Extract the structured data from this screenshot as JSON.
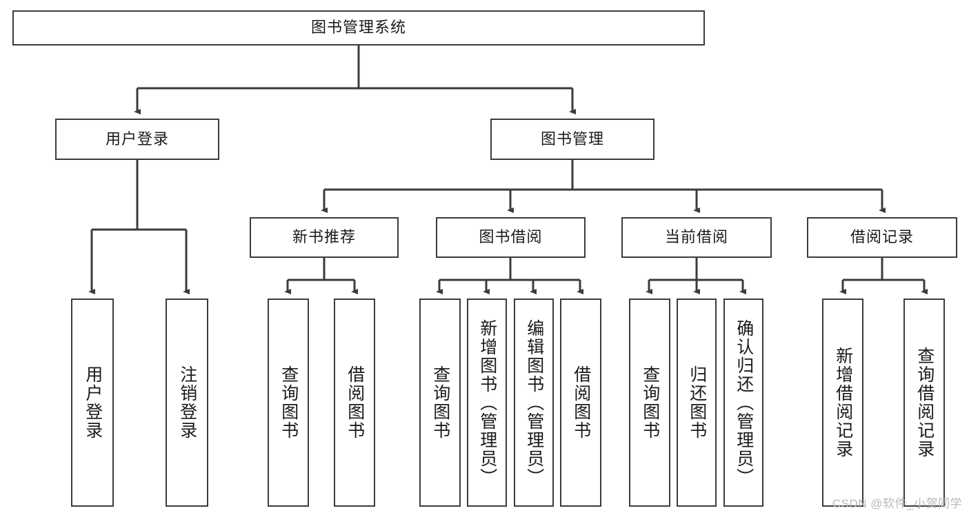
{
  "diagram": {
    "type": "tree",
    "title": "图书管理系统",
    "watermark": "CSDN @软件_小贺同学",
    "colors": {
      "box_border": "#3b3b3b",
      "box_fill": "#ffffff",
      "edge": "#3b3b3b",
      "text": "#1a1a1a",
      "watermark": "#b9b9b9"
    },
    "nodes": {
      "root": {
        "label": "图书管理系统"
      },
      "level2": [
        {
          "id": "user-login",
          "label": "用户登录"
        },
        {
          "id": "book-manage",
          "label": "图书管理"
        }
      ],
      "level3": [
        {
          "id": "new-book-recommend",
          "label": "新书推荐"
        },
        {
          "id": "book-borrow",
          "label": "图书借阅"
        },
        {
          "id": "current-borrow",
          "label": "当前借阅"
        },
        {
          "id": "borrow-record",
          "label": "借阅记录"
        }
      ],
      "leaves": {
        "user_login": [
          {
            "id": "leaf-user-login",
            "label": "用户登录"
          },
          {
            "id": "leaf-logout-login",
            "label": "注销登录"
          }
        ],
        "new_book_recommend": [
          {
            "id": "leaf-query-book-1",
            "label": "查询图书"
          },
          {
            "id": "leaf-borrow-book-1",
            "label": "借阅图书"
          }
        ],
        "book_borrow": [
          {
            "id": "leaf-query-book-2",
            "label": "查询图书"
          },
          {
            "id": "leaf-add-book",
            "label": "新增图书（管理员）"
          },
          {
            "id": "leaf-edit-book",
            "label": "编辑图书（管理员）"
          },
          {
            "id": "leaf-borrow-book-2",
            "label": "借阅图书"
          }
        ],
        "current_borrow": [
          {
            "id": "leaf-query-book-3",
            "label": "查询图书"
          },
          {
            "id": "leaf-return-book",
            "label": "归还图书"
          },
          {
            "id": "leaf-confirm-return",
            "label": "确认归还（管理员）"
          }
        ],
        "borrow_record": [
          {
            "id": "leaf-add-record",
            "label": "新增借阅记录"
          },
          {
            "id": "leaf-query-record",
            "label": "查询借阅记录"
          }
        ]
      }
    }
  }
}
